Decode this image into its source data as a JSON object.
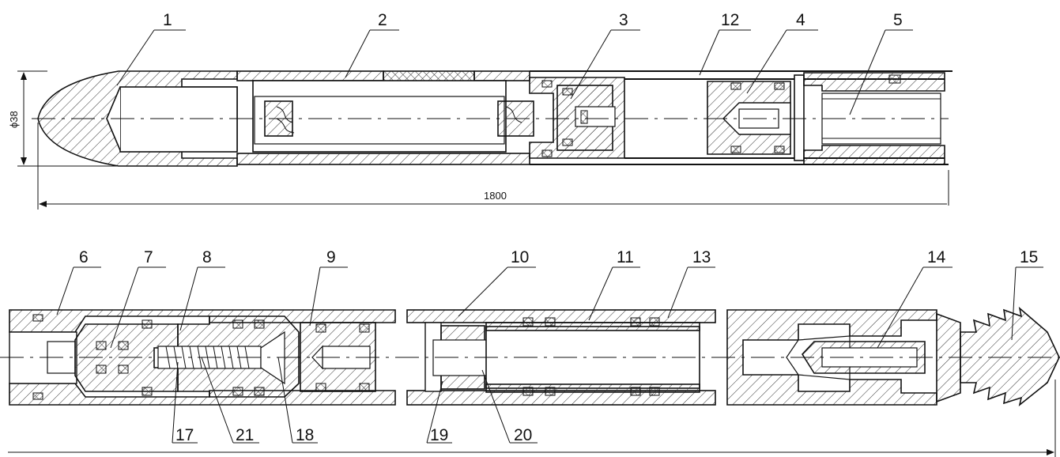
{
  "labels": {
    "n1": "1",
    "n2": "2",
    "n3": "3",
    "n12": "12",
    "n4": "4",
    "n5": "5",
    "n6": "6",
    "n7": "7",
    "n8": "8",
    "n9": "9",
    "n10": "10",
    "n11": "11",
    "n13": "13",
    "n14": "14",
    "n15": "15",
    "n17": "17",
    "n21": "21",
    "n18": "18",
    "n19": "19",
    "n20": "20"
  },
  "dimensions": {
    "diameter": "ϕ38",
    "length": "1800"
  }
}
